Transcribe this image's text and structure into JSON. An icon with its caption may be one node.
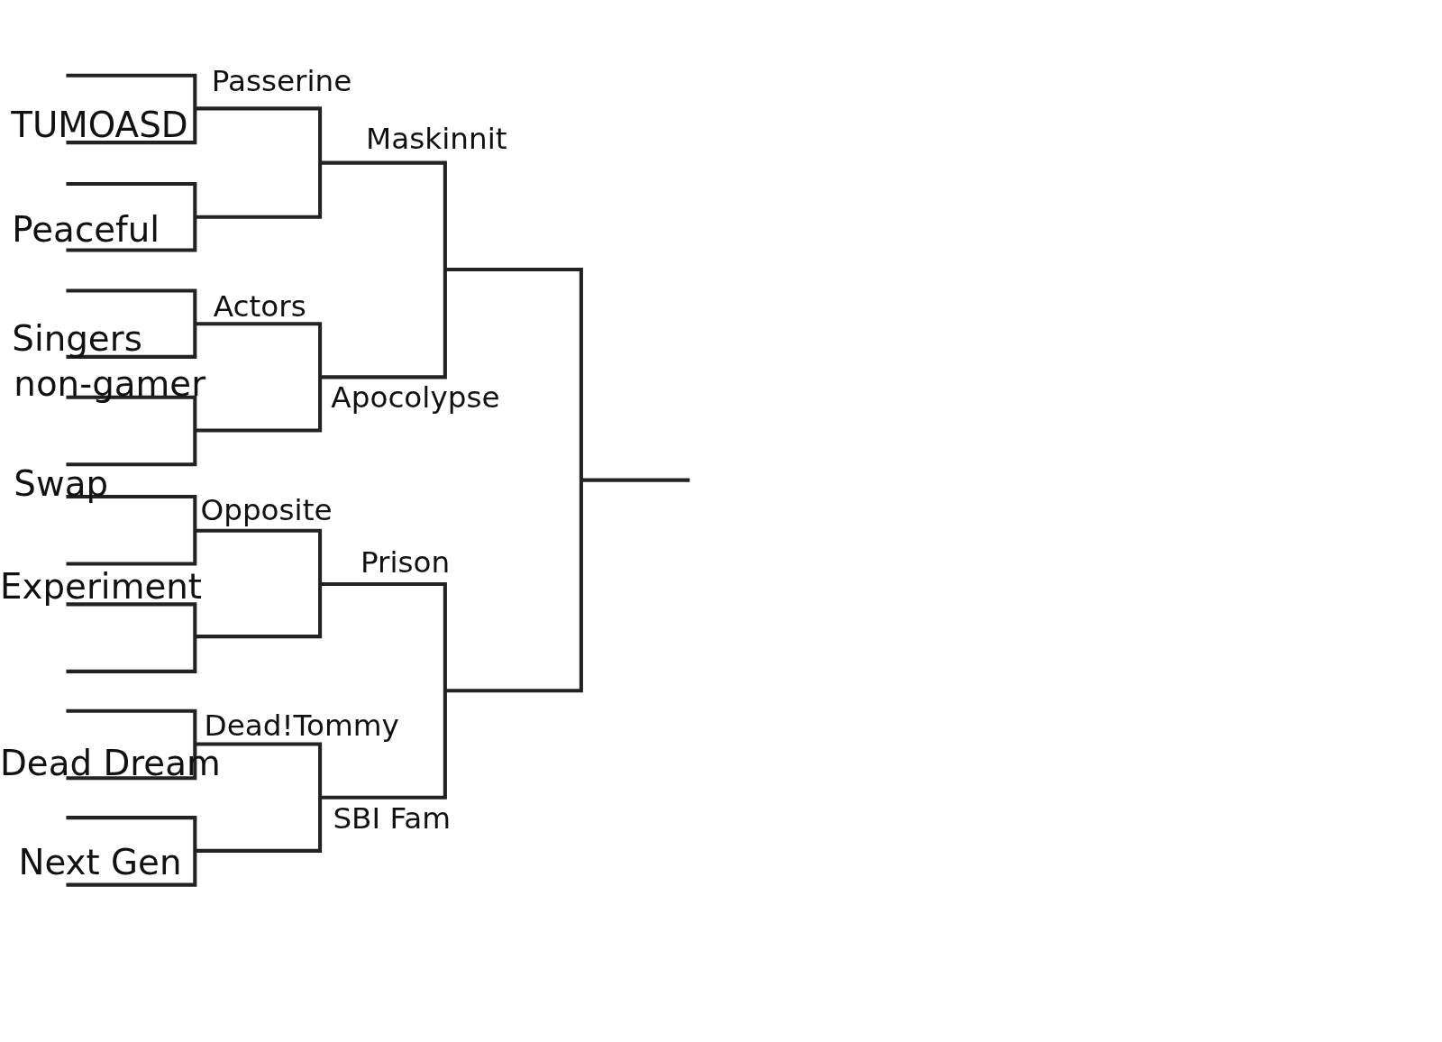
{
  "diagram": {
    "labels": [
      "Passerine",
      "TUMOASD",
      "Maskinnit",
      "Peaceful",
      "Actors",
      "Singers",
      "non-gamer",
      "Apocolypse",
      "Swap",
      "Opposite",
      "Prison",
      "Experiment",
      "Dead!Tommy",
      "Dead Dream",
      "SBI Fam",
      "Next Gen"
    ]
  }
}
